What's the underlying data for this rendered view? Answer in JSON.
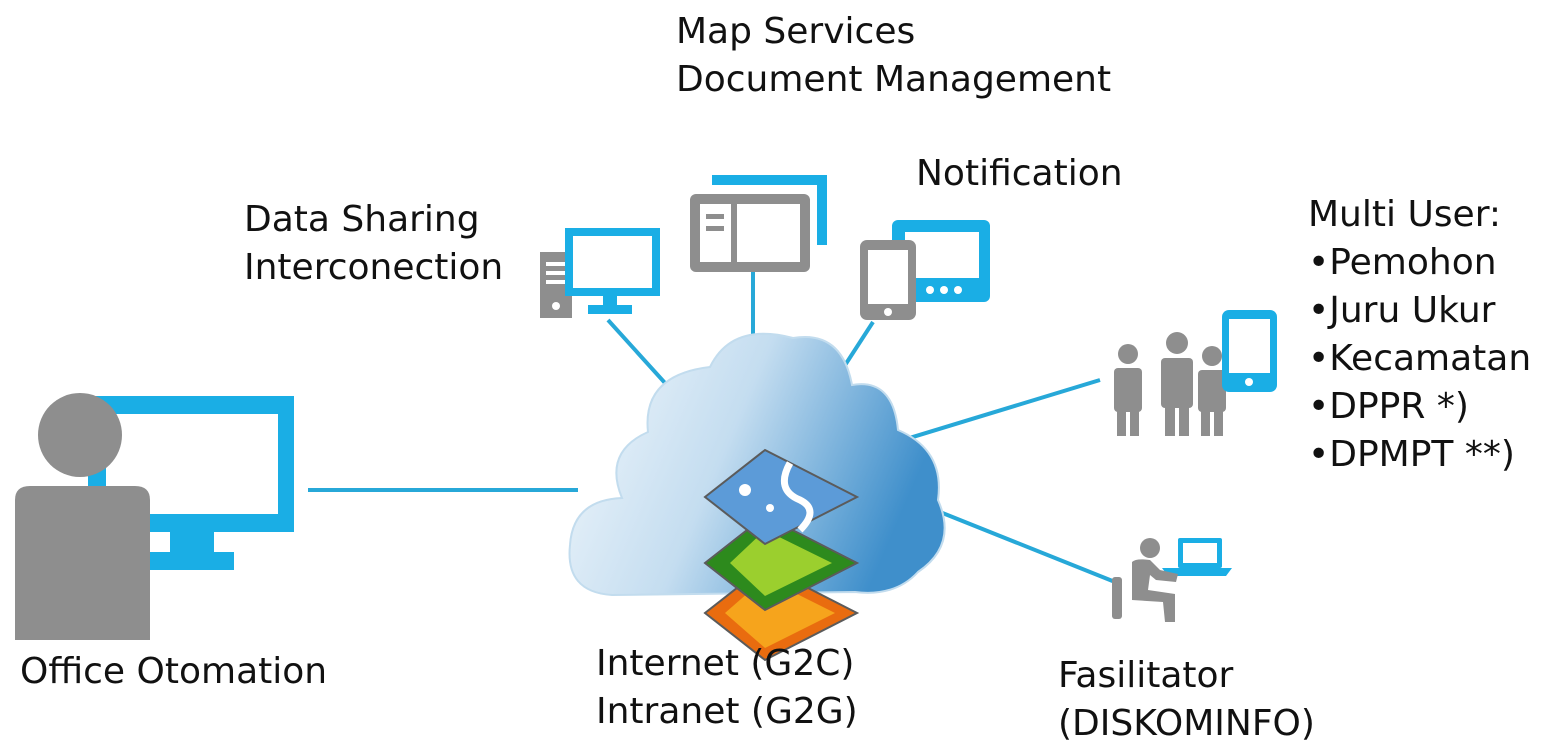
{
  "colors": {
    "blue": "#1aaee5",
    "gray": "#8e8e8e",
    "line": "#27a8d8"
  },
  "labels": {
    "top": [
      "Map Services",
      "Document Management"
    ],
    "notification": "Notification",
    "data_sharing": [
      "Data Sharing",
      "Interconection"
    ],
    "multi_user": [
      "Multi User:",
      "•Pemohon",
      "•Juru Ukur",
      "•Kecamatan",
      "•DPPR *)",
      "•DPMPT **)"
    ],
    "office": "Office Otomation",
    "network": [
      "Internet (G2C)",
      "Intranet (G2G)"
    ],
    "fasilitator": [
      "Fasilitator",
      "(DISKOMINFO)"
    ]
  },
  "icons": [
    "server-desktop-icon",
    "tablet-window-icon",
    "phone-tablet-icon",
    "group-tablet-icon",
    "user-desktop-icon",
    "user-laptop-icon",
    "cloud-icon",
    "map-layers-icon"
  ]
}
